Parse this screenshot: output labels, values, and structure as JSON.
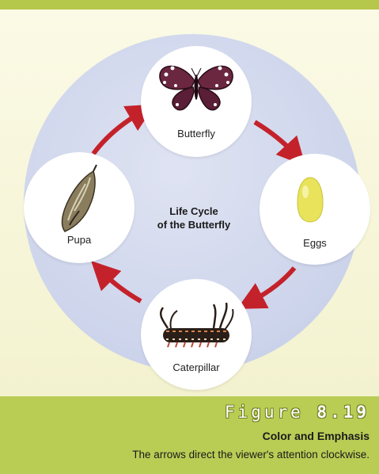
{
  "diagram": {
    "center_title_line1": "Life Cycle",
    "center_title_line2": "of the Butterfly",
    "stages": [
      {
        "label": "Butterfly",
        "icon": "butterfly-icon"
      },
      {
        "label": "Eggs",
        "icon": "egg-icon"
      },
      {
        "label": "Caterpillar",
        "icon": "caterpillar-icon"
      },
      {
        "label": "Pupa",
        "icon": "pupa-icon"
      }
    ],
    "arrow_direction": "clockwise",
    "colors": {
      "arrow": "#c4222b",
      "background_circle": "#cfd6ec",
      "node": "#ffffff",
      "caption_band": "#b9cd55"
    }
  },
  "caption": {
    "figure_word": "Figure",
    "figure_number": "8.19",
    "title": "Color and Emphasis",
    "text": "The arrows direct the viewer's attention clockwise."
  }
}
